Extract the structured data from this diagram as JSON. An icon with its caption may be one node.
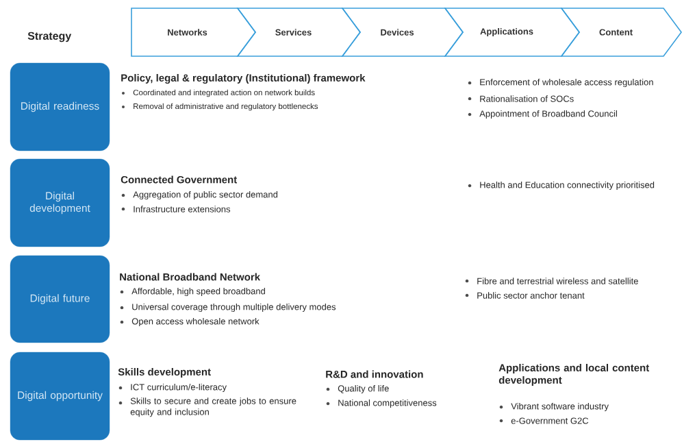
{
  "diagram": {
    "nodes": [
      {
        "text": [
          "Networks"
        ]
      },
      {
        "text": [
          "Services"
        ]
      },
      {
        "text": [
          "Devices"
        ]
      },
      {
        "text": [
          "Applications"
        ]
      },
      {
        "text": [
          "Content"
        ]
      },
      {
        "text": [
          "Digital readiness"
        ]
      },
      {
        "text": [
          "Digital development"
        ]
      },
      {
        "text": [
          "Digital future"
        ]
      },
      {
        "text": [
          "Digital opportunity"
        ]
      }
    ],
    "labels": [
      "Strategy",
      "Policy, legal & regulatory (Institutional) framework",
      "Coordinated and integrated action on network builds",
      "Removal of administrative and regulatory bottlenecks",
      "Enforcement of wholesale access regulation",
      "Rationalisation of SOCs",
      "Appointment of Broadband Council",
      "Connected Government",
      "Aggregation of public sector demand",
      "Infrastructure extensions",
      "Health and Education connectivity prioritised",
      "National Broadband Network",
      "Affordable, high speed broadband",
      "Universal coverage through multiple delivery modes",
      "Open access wholesale network",
      "Fibre and terrestrial wireless and satellite",
      "Public sector anchor tenant",
      "Skills development",
      "ICT curriculum/e-literacy",
      "Skills to secure and create jobs to ensure equity and inclusion",
      "R&D and innovation",
      "Quality of life",
      "National competitiveness",
      "Applications and local content development",
      "Vibrant software industry",
      "e-Government G2C"
    ]
  }
}
